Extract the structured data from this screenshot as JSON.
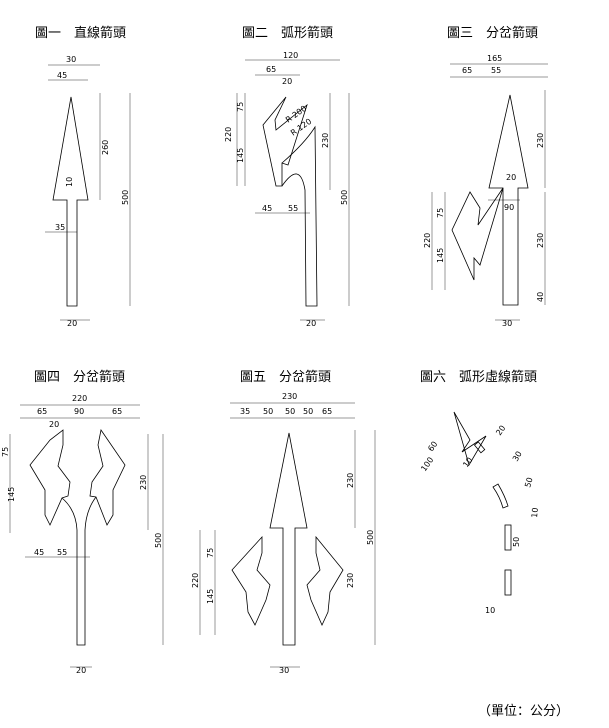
{
  "titles": {
    "fig1": "圖一　直線箭頭",
    "fig2": "圖二　弧形箭頭",
    "fig3": "圖三　分岔箭頭",
    "fig4": "圖四　分岔箭頭",
    "fig5": "圖五　分岔箭頭",
    "fig6": "圖六　弧形虛線箭頭"
  },
  "unit_note": "（單位：公分）",
  "dims": {
    "f1": [
      "30",
      "45",
      "260",
      "500",
      "10",
      "35",
      "20"
    ],
    "f2": [
      "120",
      "65",
      "20",
      "75",
      "220",
      "145",
      "R 200",
      "R 120",
      "230",
      "500",
      "45",
      "55",
      "20"
    ],
    "f3": [
      "165",
      "65",
      "55",
      "230",
      "20",
      "75",
      "220",
      "145",
      "90",
      "230",
      "40",
      "30"
    ],
    "f4": [
      "220",
      "65",
      "90",
      "65",
      "20",
      "75",
      "145",
      "230",
      "500",
      "45",
      "55",
      "20"
    ],
    "f5": [
      "230",
      "35",
      "50",
      "50",
      "50",
      "65",
      "230",
      "500",
      "75",
      "220",
      "145",
      "230",
      "30"
    ],
    "f6": [
      "60",
      "100",
      "10",
      "20",
      "30",
      "50",
      "10",
      "50",
      "10"
    ]
  }
}
